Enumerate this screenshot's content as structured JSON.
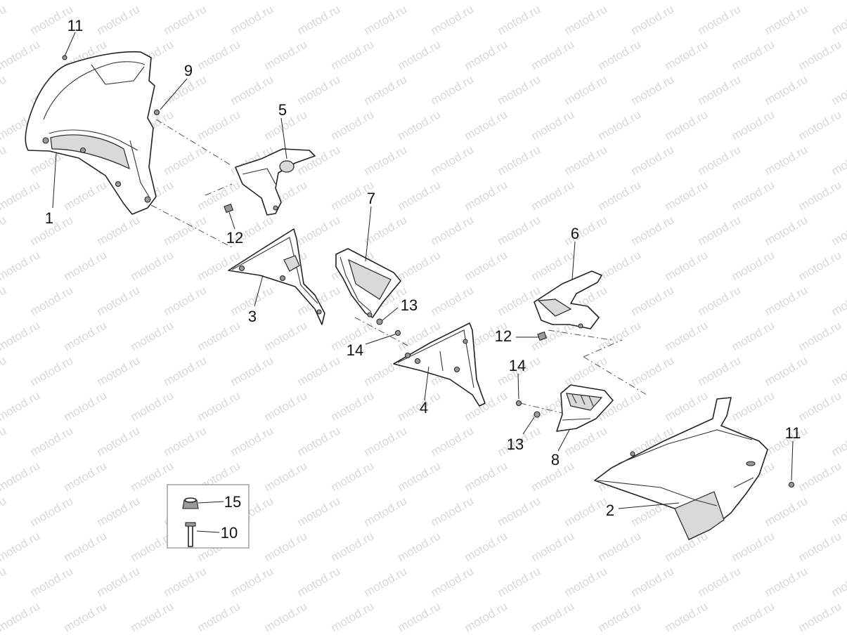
{
  "watermark": "motod.ru",
  "callouts": {
    "p1": "1",
    "p2": "2",
    "p3": "3",
    "p4": "4",
    "p5": "5",
    "p6": "6",
    "p7": "7",
    "p8": "8",
    "p9": "9",
    "p10": "10",
    "p11a": "11",
    "p11b": "11",
    "p12a": "12",
    "p12b": "12",
    "p13a": "13",
    "p13b": "13",
    "p14a": "14",
    "p14b": "14",
    "p15": "15"
  }
}
